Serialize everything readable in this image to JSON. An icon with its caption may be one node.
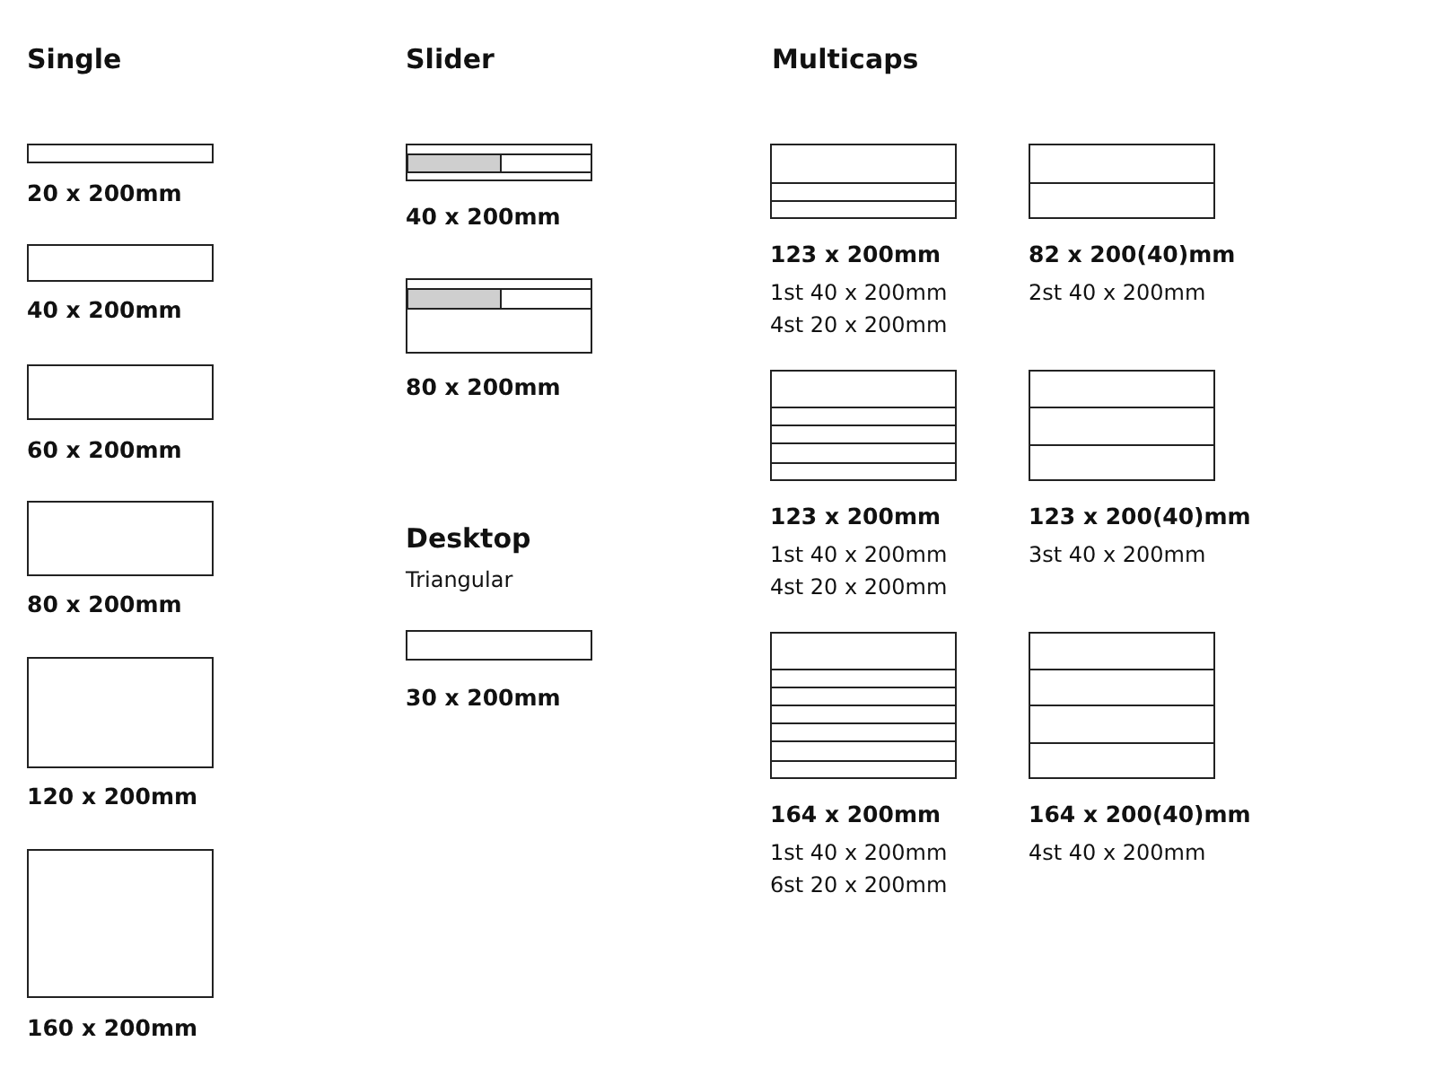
{
  "diagram": {
    "nodes": [
      {
        "text": [],
        "shape": "box",
        "beside": [
          "20 x 200mm"
        ]
      },
      {
        "text": [],
        "shape": "box",
        "beside": [
          "40 x 200mm"
        ]
      },
      {
        "text": [],
        "shape": "box",
        "beside": [
          "60 x 200mm"
        ]
      },
      {
        "text": [],
        "shape": "box",
        "beside": [
          "80 x 200mm"
        ]
      },
      {
        "text": [],
        "shape": "box",
        "beside": [
          "120 x 200mm"
        ]
      },
      {
        "text": [],
        "shape": "box",
        "beside": [
          "160 x 200mm"
        ]
      },
      {
        "text": [],
        "shape": "box",
        "beside": [
          "40 x 200mm"
        ]
      },
      {
        "text": [],
        "shape": "box",
        "beside": [
          "80 x 200mm"
        ]
      },
      {
        "text": [],
        "shape": "box",
        "beside": [
          "30 x 200mm"
        ]
      },
      {
        "text": [],
        "shape": "box",
        "beside": [
          "123 x 200mm",
          "1st 40 x 200mm",
          "4st 20 x 200mm"
        ]
      },
      {
        "text": [],
        "shape": "box",
        "beside": [
          "82 x 200(40)mm",
          "2st 40 x 200mm"
        ]
      },
      {
        "text": [],
        "shape": "box",
        "beside": [
          "123 x 200mm",
          "1st 40 x 200mm",
          "4st 20 x 200mm"
        ]
      },
      {
        "text": [],
        "shape": "box",
        "beside": [
          "123 x 200(40)mm",
          "3st 40 x 200mm"
        ]
      },
      {
        "text": [],
        "shape": "box",
        "beside": [
          "164 x 200mm",
          "1st 40 x 200mm",
          "6st 20 x 200mm"
        ]
      },
      {
        "text": [],
        "shape": "box",
        "beside": [
          "164 x 200(40)mm",
          "4st 40 x 200mm"
        ]
      }
    ],
    "labels": [
      "Single",
      "Slider",
      "Multicaps",
      "Desktop",
      "Triangular"
    ]
  }
}
